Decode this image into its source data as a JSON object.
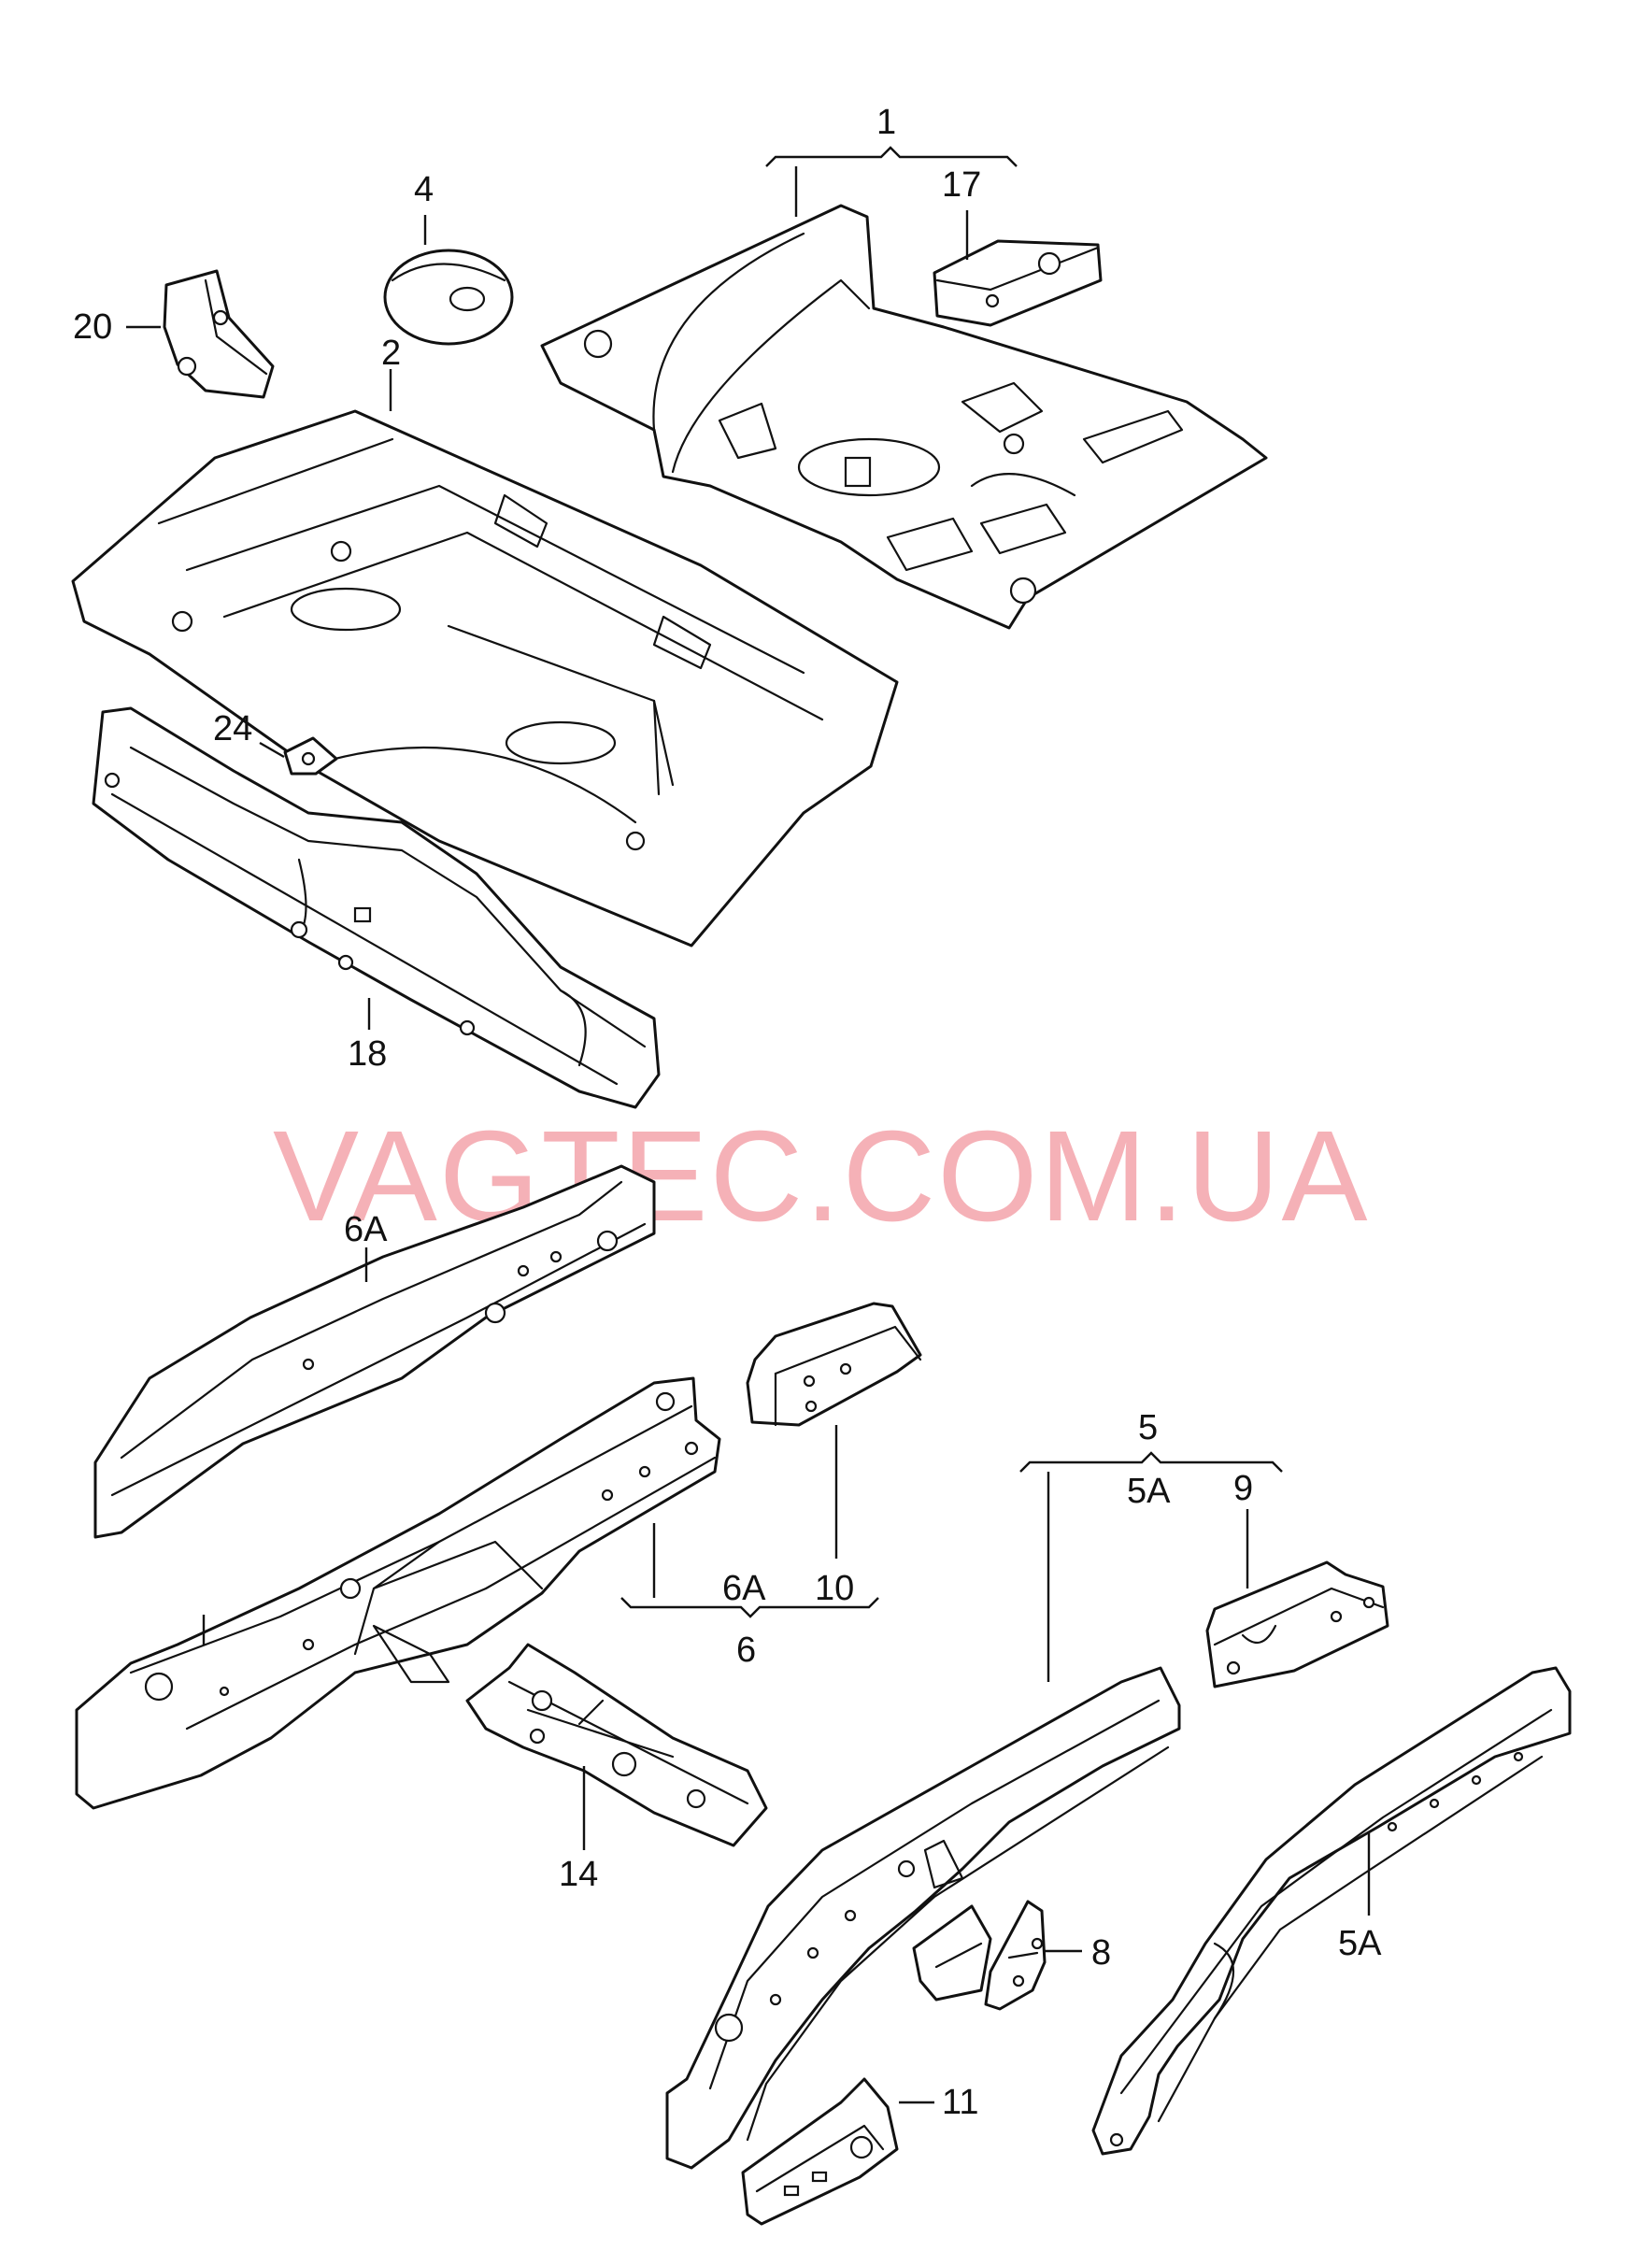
{
  "watermark": "VAGTEC.COM.UA",
  "callouts": {
    "c1": "1",
    "c17": "17",
    "c4": "4",
    "c20": "20",
    "c2": "2",
    "c24": "24",
    "c18": "18",
    "c6A_top": "6A",
    "c10": "10",
    "c6A_group": "6A",
    "c10_group": "10",
    "c6": "6",
    "c5": "5",
    "c5A_group": "5A",
    "c9": "9",
    "c14": "14",
    "c8": "8",
    "c5A": "5A",
    "c11": "11"
  }
}
